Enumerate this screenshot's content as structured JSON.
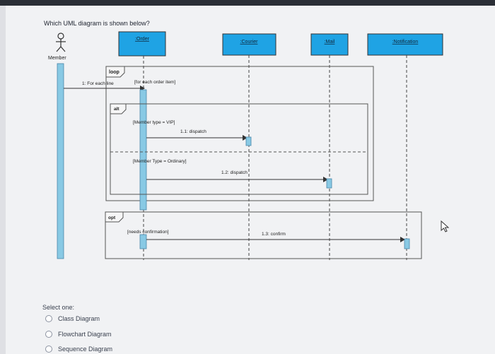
{
  "question": "Which UML diagram is shown below?",
  "diagram": {
    "actor": "Member",
    "lifelines": [
      ":Order",
      ":Courier",
      ":Mail",
      ":Notification"
    ],
    "frames": {
      "loop": "loop",
      "loop_guard": "[for each order item]",
      "alt": "alt",
      "alt_guard_1": "[Member type = VIP]",
      "alt_guard_2": "[Member Type = Ordinary]",
      "opt": "opt",
      "opt_guard": "[needs confirmation]"
    },
    "messages": {
      "m1": "1: For each line",
      "m11": "1.1: dispatch",
      "m12": "1.2: dispatch",
      "m13": "1.3: confirm"
    }
  },
  "select_label": "Select one:",
  "options": [
    "Class Diagram",
    "Flowchart Diagram",
    "Sequence Diagram"
  ],
  "colors": {
    "lifeline_head": "#1fa3e4",
    "activation": "#88c9e4",
    "frame": "#555555"
  }
}
